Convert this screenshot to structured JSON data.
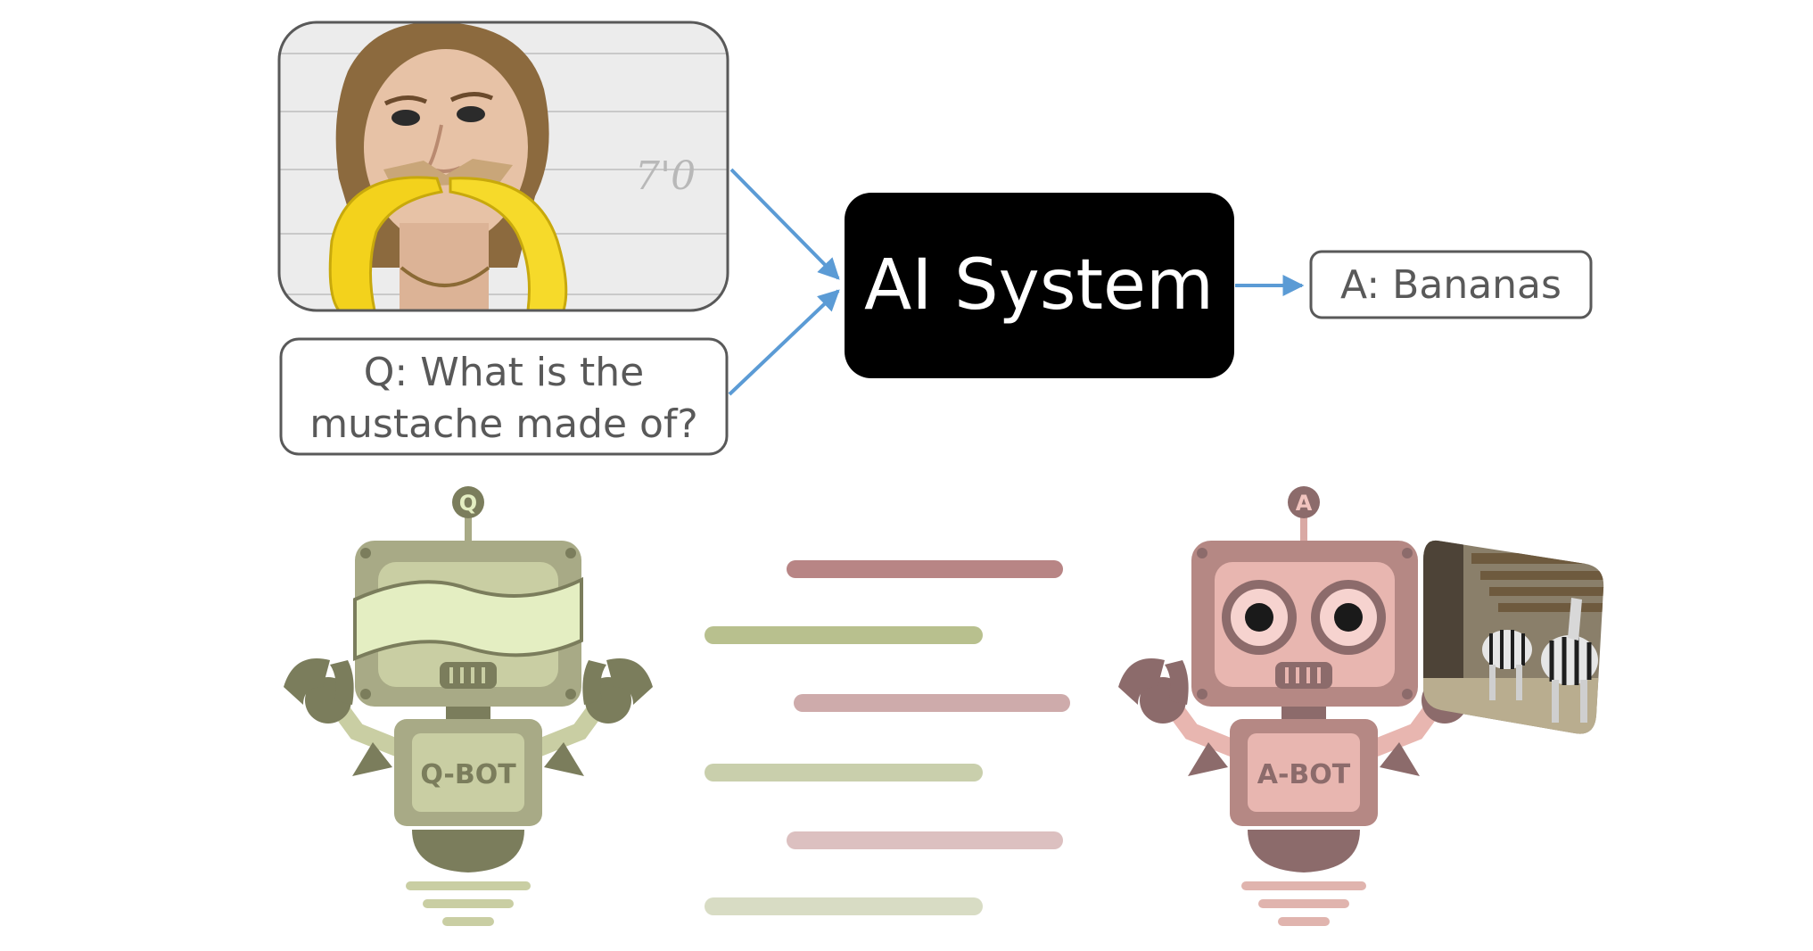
{
  "question": {
    "line1": "Q: What is the",
    "line2": "mustache made of?"
  },
  "system": {
    "label": "AI System"
  },
  "answer": {
    "label": "A: Bananas"
  },
  "qbot": {
    "antenna_letter": "Q",
    "chest_label": "Q-BOT"
  },
  "abot": {
    "antenna_letter": "A",
    "chest_label": "A-BOT"
  },
  "colors": {
    "arrow": "#5b9bd5",
    "system_box": "#000000",
    "qbot_dark": "#7b7d5c",
    "qbot_mid": "#a8aa86",
    "qbot_light": "#e4eec2",
    "abot_dark": "#8c6b6b",
    "abot_mid": "#d9a9a4",
    "abot_light": "#f2c4bf",
    "dialog_rose": "#b88585",
    "dialog_olive": "#b8c08e"
  },
  "images": {
    "top_photo": "photo of a woman with a banana mustache",
    "abot_photo": "photo of zebras near a wooden fence"
  }
}
